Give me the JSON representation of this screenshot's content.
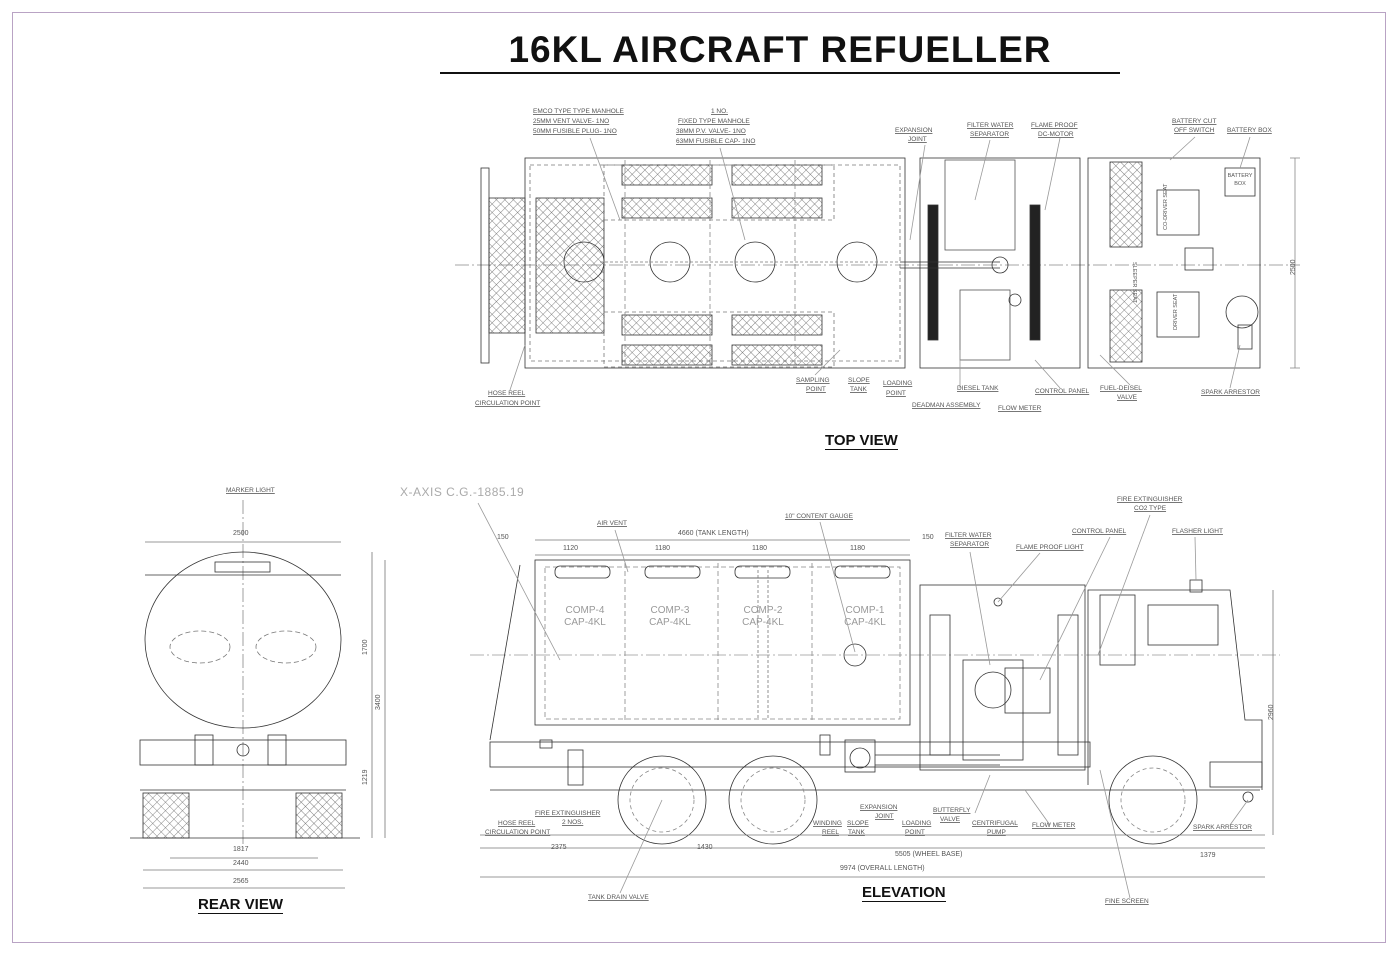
{
  "title": "16KL AIRCRAFT REFUELLER",
  "views": {
    "top": "TOP VIEW",
    "rear": "REAR VIEW",
    "elevation": "ELEVATION"
  },
  "cg": "X-AXIS C.G.-1885.19",
  "top_labels": {
    "emco_1": "EMCO TYPE TYPE MANHOLE",
    "emco_2": "25MM VENT VALVE- 1NO",
    "emco_3": "50MM FUSIBLE PLUG- 1NO",
    "fixed_1": "1 NO.",
    "fixed_2": "FIXED TYPE MANHOLE",
    "fixed_3": "38MM P.V. VALVE- 1NO",
    "fixed_4": "63MM FUSIBLE CAP- 1NO",
    "expansion_1": "EXPANSION",
    "expansion_2": "JOINT",
    "filter_1": "FILTER WATER",
    "filter_2": "SEPARATOR",
    "flameproof_1": "FLAME PROOF",
    "flameproof_2": "DC-MOTOR",
    "battery_cut_1": "BATTERY CUT",
    "battery_cut_2": "OFF SWITCH",
    "battery_box": "BATTERY BOX",
    "battery_box_inner_1": "BATTERY",
    "battery_box_inner_2": "BOX",
    "co_driver": "CO-DRIVER SEAT",
    "sleeper": "SLEEPER SEAT",
    "driver": "DRIVER SEAT",
    "hose_reel_1": "HOSE REEL",
    "hose_reel_2": "CIRCULATION POINT",
    "sampling_1": "SAMPLING",
    "sampling_2": "POINT",
    "slope_1": "SLOPE",
    "slope_2": "TANK",
    "loading_1": "LOADING",
    "loading_2": "POINT",
    "diesel": "DIESEL TANK",
    "deadman": "DEADMAN ASSEMBLY",
    "control": "CONTROL PANEL",
    "flow": "FLOW METER",
    "fuel_1": "FUEL-DEISEL",
    "fuel_2": "VALVE",
    "spark": "SPARK ARRESTOR",
    "dim_2500": "2500"
  },
  "rear_labels": {
    "marker": "MARKER LIGHT",
    "d2500": "2500",
    "d1700": "1700",
    "d3400": "3400",
    "d1219": "1219",
    "d1817": "1817",
    "d2440": "2440",
    "d2565": "2565"
  },
  "elev_labels": {
    "air_vent": "AIR VENT",
    "content_gauge": "10\" CONTENT GAUGE",
    "tank_length": "4660 (TANK LENGTH)",
    "d150a": "150",
    "d150b": "150",
    "c1": "1120",
    "c2": "1180",
    "c3": "1180",
    "c4": "1180",
    "comp4_1": "COMP-4",
    "comp4_2": "CAP-4KL",
    "comp3_1": "COMP-3",
    "comp3_2": "CAP-4KL",
    "comp2_1": "COMP-2",
    "comp2_2": "CAP-4KL",
    "comp1_1": "COMP-1",
    "comp1_2": "CAP-4KL",
    "filter_1": "FILTER WATER",
    "filter_2": "SEPARATOR",
    "flameproof_light": "FLAME PROOF LIGHT",
    "control": "CONTROL PANEL",
    "fire_co2_1": "FIRE EXTINGUISHER",
    "fire_co2_2": "CO2 TYPE",
    "flasher": "FLASHER LIGHT",
    "d2960": "2960",
    "fire_ext_1": "FIRE EXTINGUISHER",
    "fire_ext_2": "2 NOS.",
    "hose_reel_1": "HOSE REEL",
    "hose_reel_2": "CIRCULATION POINT",
    "winding_1": "WINDING",
    "winding_2": "REEL",
    "slope_1": "SLOPE",
    "slope_2": "TANK",
    "expansion_1": "EXPANSION",
    "expansion_2": "JOINT",
    "loading_1": "LOADING",
    "loading_2": "POINT",
    "butterfly_1": "BUTTERFLY",
    "butterfly_2": "VALVE",
    "centrifugal_1": "CENTRIFUGAL",
    "centrifugal_2": "PUMP",
    "flow": "FLOW METER",
    "spark": "SPARK ARRESTOR",
    "d2375": "2375",
    "d1430": "1430",
    "wheel_base": "5505 (WHEEL BASE)",
    "d1379": "1379",
    "overall": "9974 (OVERALL LENGTH)",
    "tank_drain": "TANK DRAIN VALVE",
    "fine_screen": "FINE SCREEN"
  }
}
